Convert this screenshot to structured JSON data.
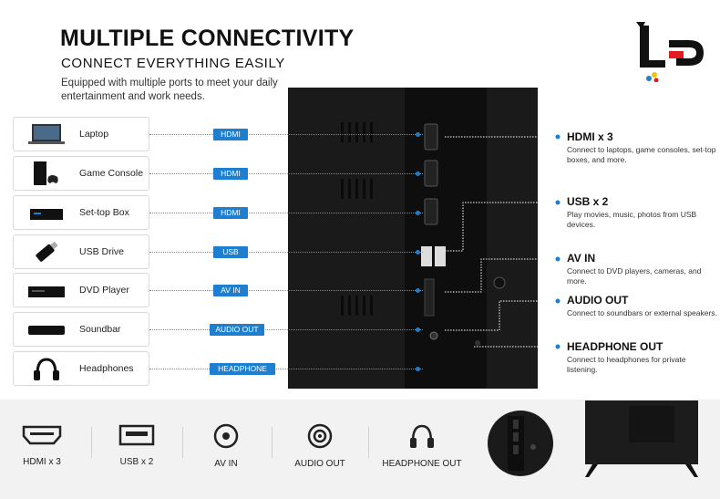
{
  "header": {
    "title": "MULTIPLE CONNECTIVITY",
    "subtitle": "CONNECT EVERYTHING EASILY",
    "description": "Equipped with multiple ports to meet your daily entertainment and work needs."
  },
  "devices": [
    {
      "label": "Laptop",
      "port": "HDMI",
      "icon": "laptop-icon"
    },
    {
      "label": "Game Console",
      "port": "HDMI",
      "icon": "game-console-icon"
    },
    {
      "label": "Set-top Box",
      "port": "HDMI",
      "icon": "set-top-box-icon"
    },
    {
      "label": "USB Drive",
      "port": "USB",
      "icon": "usb-drive-icon"
    },
    {
      "label": "DVD Player",
      "port": "AV IN",
      "icon": "dvd-player-icon"
    },
    {
      "label": "Soundbar",
      "port": "AUDIO OUT",
      "icon": "soundbar-icon"
    },
    {
      "label": "Headphones",
      "port": "HEADPHONE OUT",
      "icon": "headphones-icon"
    }
  ],
  "port_info": [
    {
      "heading": "HDMI x 3",
      "text": "Connect to laptops, game consoles, set-top boxes, and more."
    },
    {
      "heading": "USB x 2",
      "text": "Play movies, music, photos from USB devices."
    },
    {
      "heading": "AV IN",
      "text": "Connect to DVD players, cameras, and more."
    },
    {
      "heading": "AUDIO OUT",
      "text": "Connect to soundbars or external speakers."
    },
    {
      "heading": "HEADPHONE OUT",
      "text": "Connect to headphones for private listening."
    }
  ],
  "bottom_icons": [
    {
      "label": "HDMI x 3",
      "icon": "hdmi-port-icon"
    },
    {
      "label": "USB x 2",
      "icon": "usb-port-icon"
    },
    {
      "label": "AV IN",
      "icon": "av-in-icon"
    },
    {
      "label": "AUDIO OUT",
      "icon": "audio-out-icon"
    },
    {
      "label": "HEADPHONE OUT",
      "icon": "headphone-out-icon"
    }
  ],
  "colors": {
    "accent": "#1e7fd0",
    "panel": "#1a1a1a"
  }
}
